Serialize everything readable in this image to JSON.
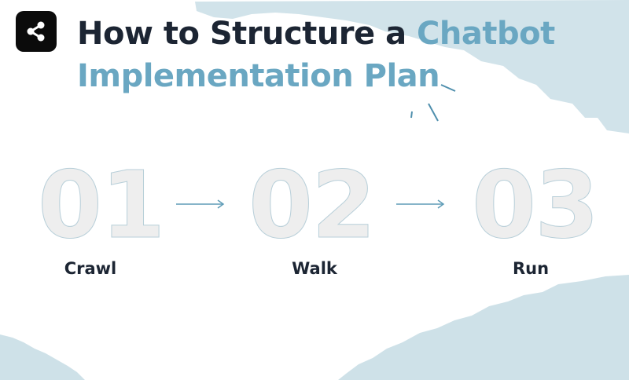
{
  "header": {
    "title_part1": "How to Structure a ",
    "title_accent_1": "Chatbot",
    "title_accent_2": "Implementation Plan",
    "logo_icon": "share-nodes-icon"
  },
  "steps": [
    {
      "number": "01",
      "label": "Crawl"
    },
    {
      "number": "02",
      "label": "Walk"
    },
    {
      "number": "03",
      "label": "Run"
    }
  ],
  "colors": {
    "accent": "#6aa7c2",
    "brush": "#c9dee6",
    "text_dark": "#1c2533",
    "logo_bg": "#0b0b0b"
  }
}
